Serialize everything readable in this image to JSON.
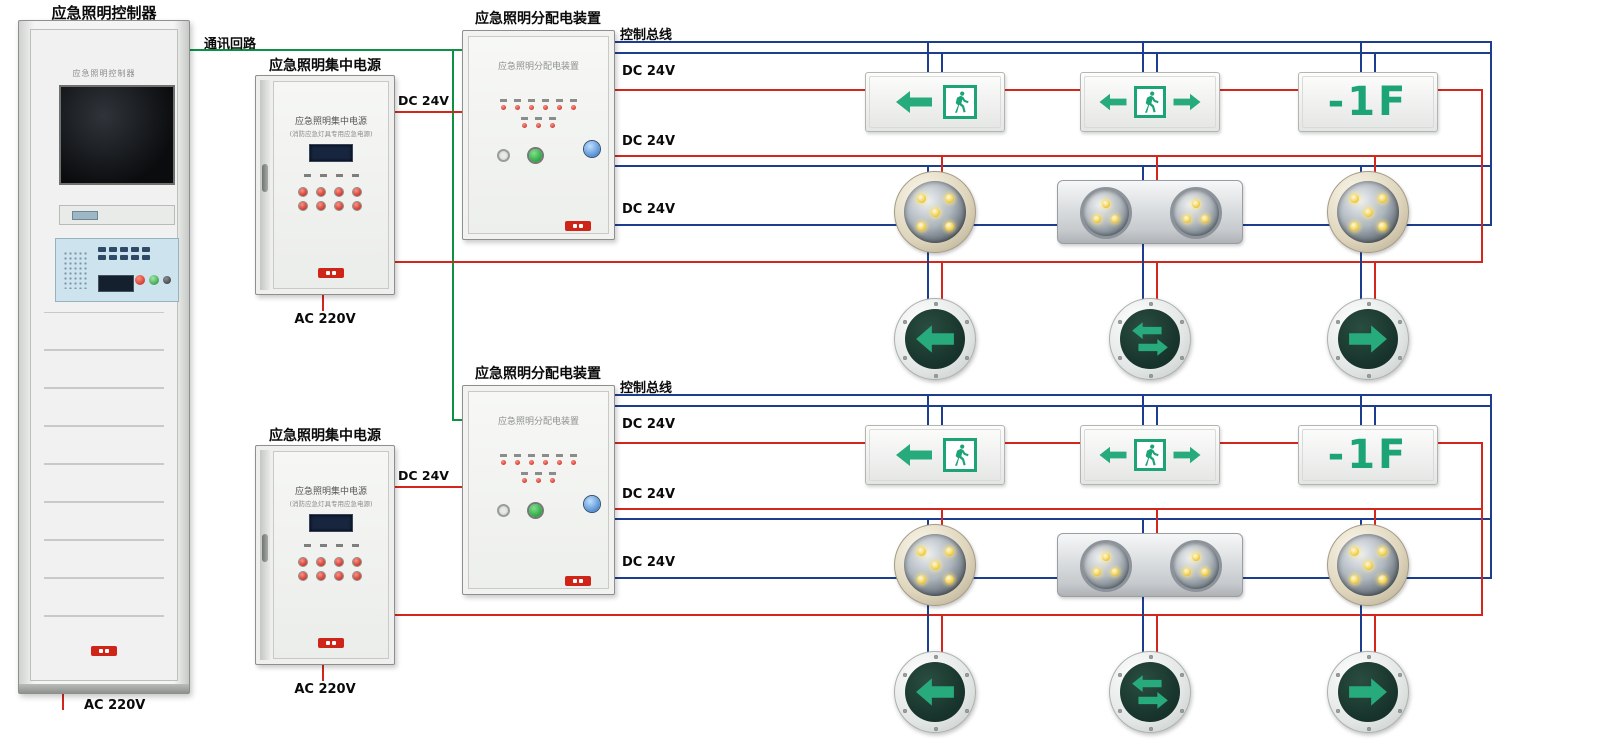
{
  "labels": {
    "comm_loop": "通讯回路",
    "control_bus": "控制总线",
    "dc24v": "DC 24V",
    "ac220v": "AC 220V"
  },
  "controller": {
    "title": "应急照明控制器",
    "panel_title": "应急照明控制器"
  },
  "central_power": {
    "title": "应急照明集中电源",
    "panel_title": "应急照明集中电源",
    "panel_subtitle": "(消防应急灯具专用应急电源)"
  },
  "distribution": {
    "title": "应急照明分配电装置",
    "panel_title": "应急照明分配电装置"
  },
  "floor_sign": {
    "text": "-1F"
  },
  "colors": {
    "wire_red": "#d3261c",
    "wire_blue": "#1d3e8f",
    "wire_green": "#0d9144",
    "sign_green": "#1ca477"
  }
}
